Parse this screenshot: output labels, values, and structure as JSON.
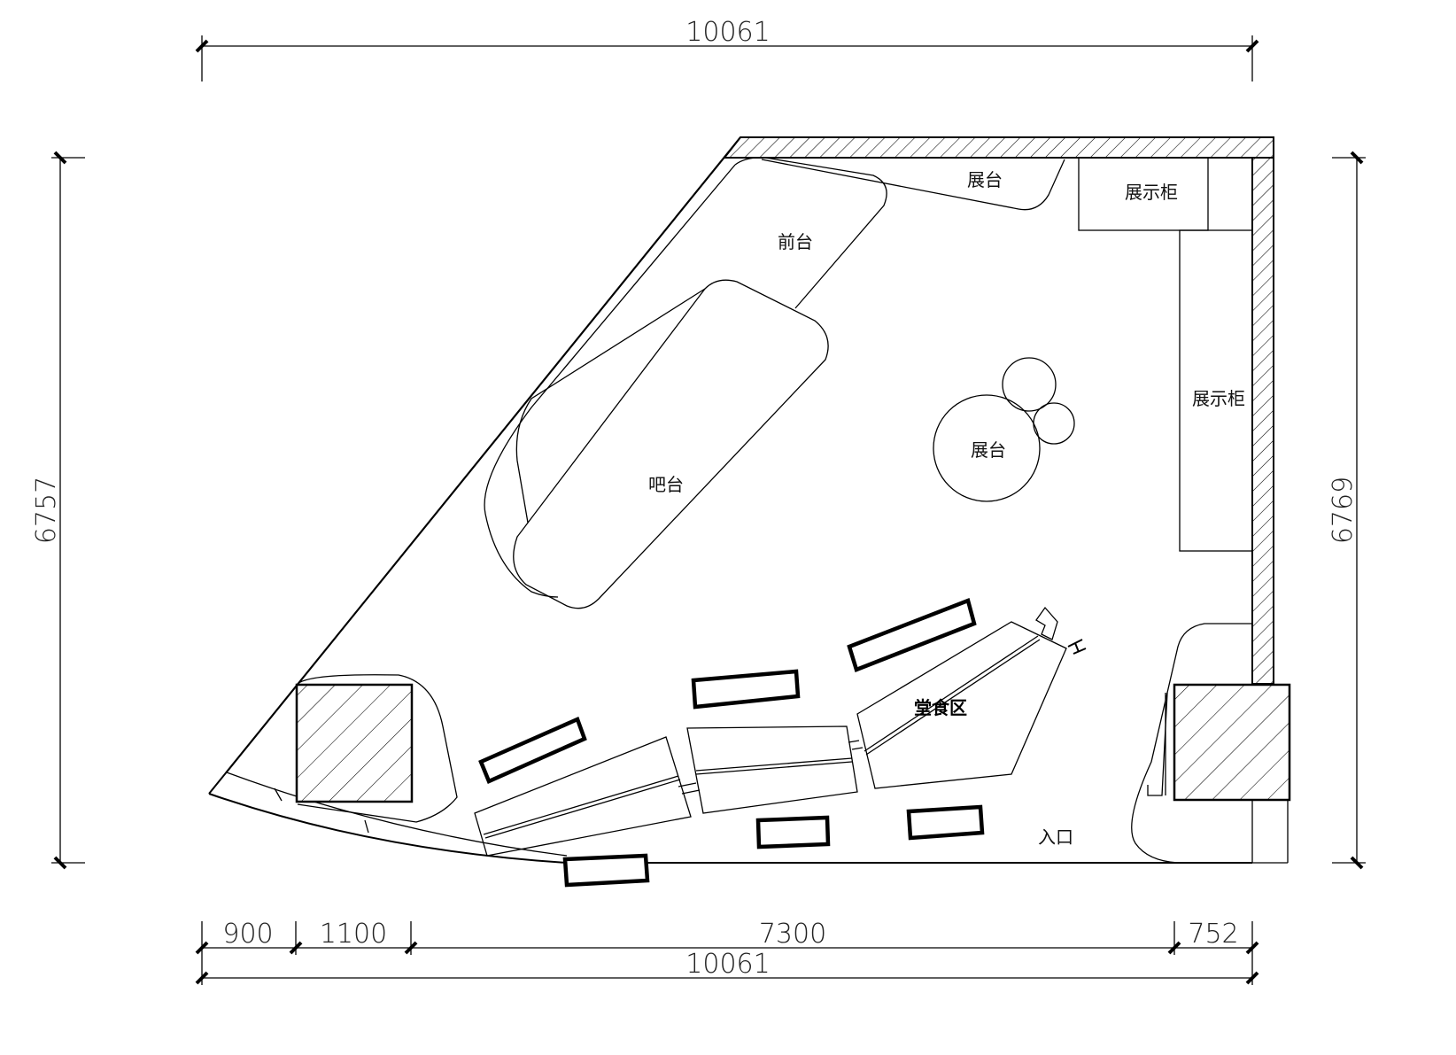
{
  "dimensions": {
    "top_total": "10061",
    "bottom_segments": [
      "900",
      "1100",
      "7300",
      "752"
    ],
    "bottom_total": "10061",
    "left_height": "6757",
    "right_height": "6769"
  },
  "labels": {
    "front_desk": "前台",
    "display_stand_top": "展台",
    "display_cabinet_top": "展示柜",
    "display_cabinet_right": "展示柜",
    "bar_counter": "吧台",
    "display_stand_round": "展台",
    "dining_area": "堂食区",
    "entrance": "入口"
  }
}
